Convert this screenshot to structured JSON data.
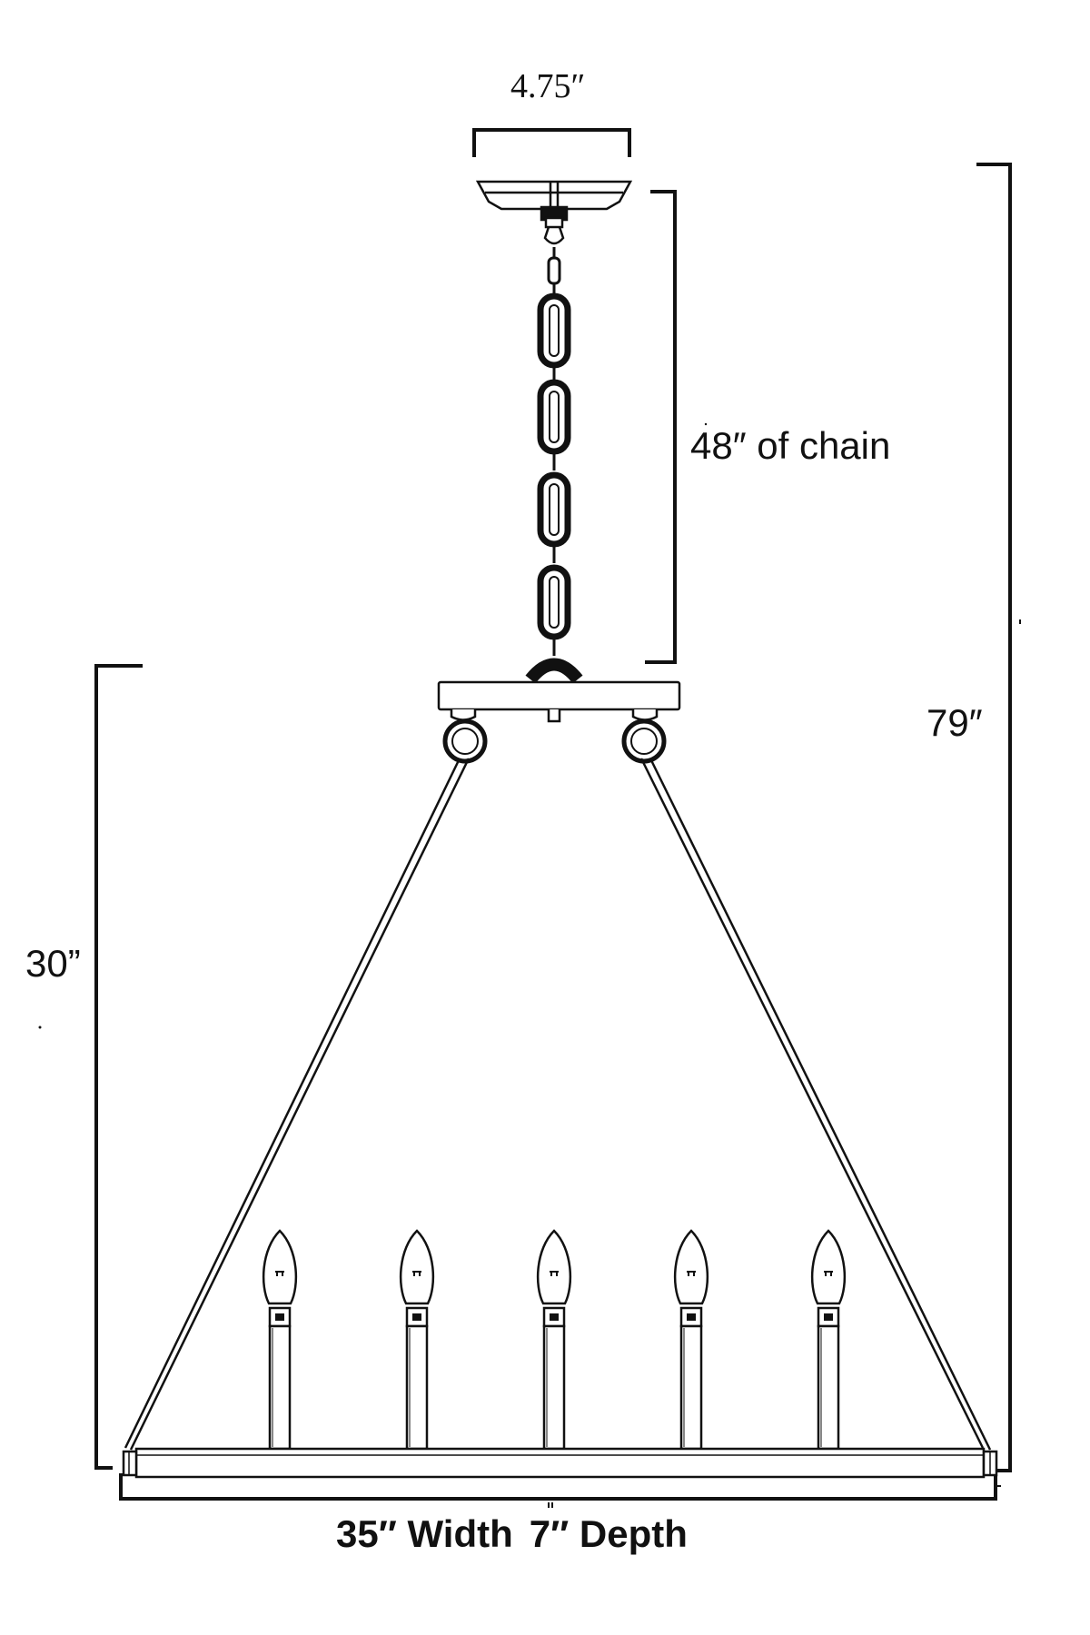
{
  "dimensions": {
    "canopy_width": "4.75″",
    "chain_length": "48″  of chain",
    "overall_height": "79″",
    "body_height": "30”"
  },
  "footer": {
    "width": "35″ Width",
    "depth": "7″ Depth"
  },
  "bulbs": [
    1,
    2,
    3,
    4,
    5
  ],
  "chain_links": [
    1,
    2,
    3,
    4
  ],
  "colors": {
    "line": "#111111",
    "background": "#ffffff"
  }
}
